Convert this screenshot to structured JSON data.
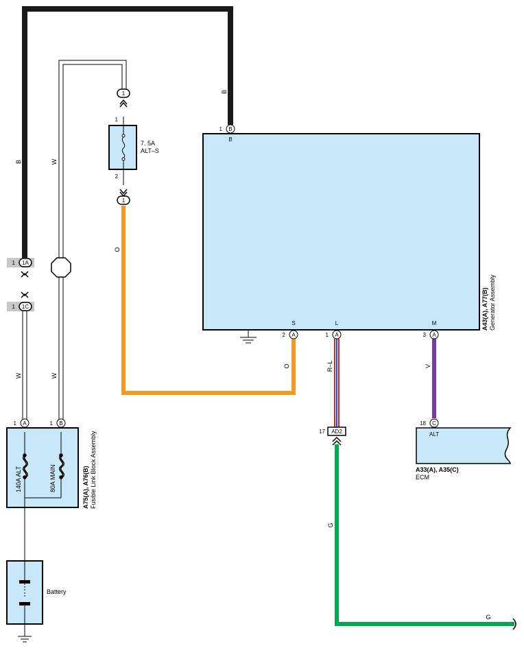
{
  "colors": {
    "wire_black": "#1a1a1a",
    "wire_orange": "#f39a1f",
    "wire_violet": "#7a3aa0",
    "wire_green": "#00a651",
    "wire_red": "#e02020",
    "wire_blue": "#2050c8",
    "box_fill": "#c8e8fa",
    "connector_bg": "#c8c8c8"
  },
  "generator": {
    "label_parts": "A43(A), A77(B)",
    "label_name": "Generator Assembly",
    "pin_b_num": "1",
    "pin_b_letter": "B",
    "pin_b_name": "B",
    "pin_s_name": "S",
    "pin_s_num": "2",
    "pin_s_letter": "A",
    "pin_l_name": "L",
    "pin_l_num": "1",
    "pin_l_letter": "A",
    "pin_m_name": "M",
    "pin_m_num": "3",
    "pin_m_letter": "A"
  },
  "fuse_alts": {
    "rating": "7. 5A",
    "name": "ALT–S",
    "pin_top": "1",
    "pin_bottom": "2",
    "conn_top": "1",
    "conn_bottom": "1"
  },
  "fusible_block": {
    "label_parts": "A75(A), A76(B)",
    "label_name": "Fusible Link Block Assembly",
    "fuse1": "140A ALT",
    "fuse2": "80A MAIN",
    "pin_a_num": "1",
    "pin_a_letter": "A",
    "pin_b_num": "1",
    "pin_b_letter": "B"
  },
  "junctions": {
    "j1_num": "1",
    "j1_id": "1A",
    "j2_num": "1",
    "j2_id": "1C",
    "ad2_num": "17",
    "ad2_id": "AD2"
  },
  "ecm": {
    "label_parts": "A33(A), A35(C)",
    "label_name": "ECM",
    "pin_num": "18",
    "pin_letter": "C",
    "pin_name": "ALT"
  },
  "battery": {
    "label": "Battery"
  },
  "wire_labels": {
    "b_top": "B",
    "b_left": "B",
    "w_top": "W",
    "w_left": "W",
    "w_mid": "W",
    "o_left": "O",
    "o_bottom": "O",
    "rl": "R–L",
    "v": "V",
    "g_left": "G",
    "g_bottom": "G"
  }
}
